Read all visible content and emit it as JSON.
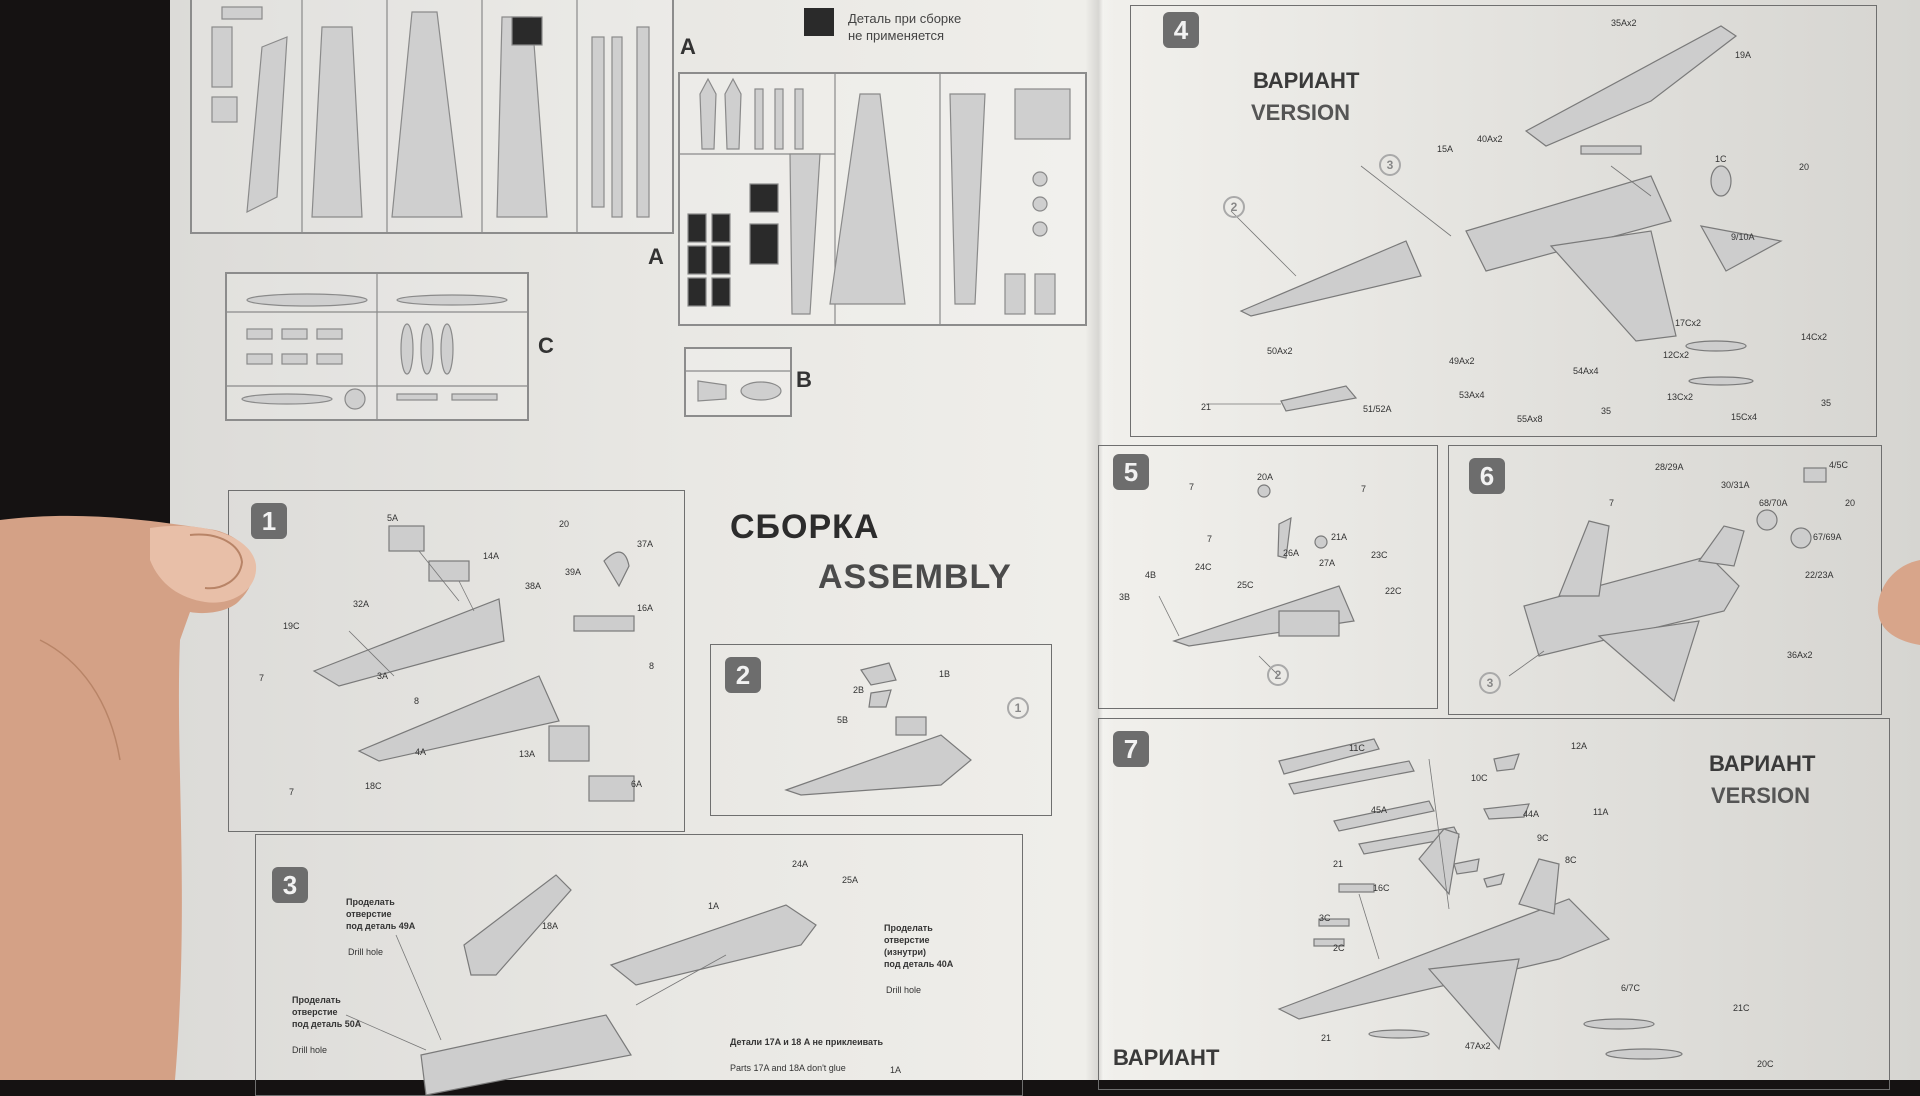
{
  "legend": {
    "line1": "Деталь при сборке",
    "line2": "не применяется"
  },
  "sprues": {
    "a_top": "A",
    "a_mid": "A",
    "b": "B",
    "c": "C"
  },
  "assembly": {
    "title_ru": "СБОРКА",
    "title_en": "ASSEMBLY"
  },
  "variant": {
    "ru": "ВАРИАНТ",
    "en": "VERSION"
  },
  "steps": {
    "s1": {
      "number": "1",
      "parts": [
        "5A",
        "14A",
        "37A",
        "32A",
        "39A",
        "38A",
        "16A",
        "19C",
        "3A",
        "4A",
        "13A",
        "18C",
        "6A"
      ]
    },
    "s2": {
      "number": "2",
      "parts": [
        "2B",
        "1B",
        "5B"
      ],
      "ref": "1"
    },
    "s3": {
      "number": "3",
      "note_49a_ru": [
        "Проделать",
        "отверстие",
        "под деталь 49A"
      ],
      "note_49a_en": "Drill hole",
      "note_50a_ru": [
        "Проделать",
        "отверстие",
        "под деталь 50A"
      ],
      "note_50a_en": "Drill hole",
      "note_40a_ru": [
        "Проделать",
        "отверстие",
        "(изнутри)",
        "под деталь 40A"
      ],
      "note_40a_en": "Drill hole",
      "glue_ru": "Детали 17A и 18 A не приклеивать",
      "glue_en": "Parts 17A and 18A don't glue",
      "parts": [
        "18A",
        "24A",
        "25A",
        "1A",
        "1A"
      ]
    },
    "s4": {
      "number": "4",
      "parts": [
        "35Ax2",
        "19A",
        "40Ax2",
        "15A",
        "1C",
        "9/10A",
        "17Cx2",
        "14Cx2",
        "12Cx2",
        "50Ax2",
        "49Ax2",
        "54Ax4",
        "53Ax4",
        "51/52A",
        "55Ax8",
        "13Cx2",
        "15Cx4"
      ],
      "refs": [
        "3",
        "2"
      ]
    },
    "s5": {
      "number": "5",
      "parts": [
        "20A",
        "21A",
        "26A",
        "27A",
        "23C",
        "24C",
        "25C",
        "4B",
        "3B",
        "22C"
      ],
      "ref": "2"
    },
    "s6": {
      "number": "6",
      "parts": [
        "28/29A",
        "4/5C",
        "30/31A",
        "68/70A",
        "67/69A",
        "22/23A",
        "36Ax2"
      ],
      "ref": "3"
    },
    "s7": {
      "number": "7",
      "parts": [
        "11C",
        "10C",
        "12A",
        "45A",
        "44A",
        "11A",
        "9C",
        "8C",
        "16C",
        "3C",
        "2C",
        "6/7C",
        "21C",
        "47Ax2",
        "20C"
      ]
    }
  },
  "star_numbers": [
    "7",
    "20",
    "8",
    "7",
    "20",
    "7",
    "7",
    "20",
    "7",
    "21",
    "35",
    "35"
  ],
  "colors": {
    "paper": "#ecebe7",
    "ink": "#333333",
    "step_badge": "#6d6d6d",
    "background": "#151212",
    "skin": "#d8a58a"
  }
}
